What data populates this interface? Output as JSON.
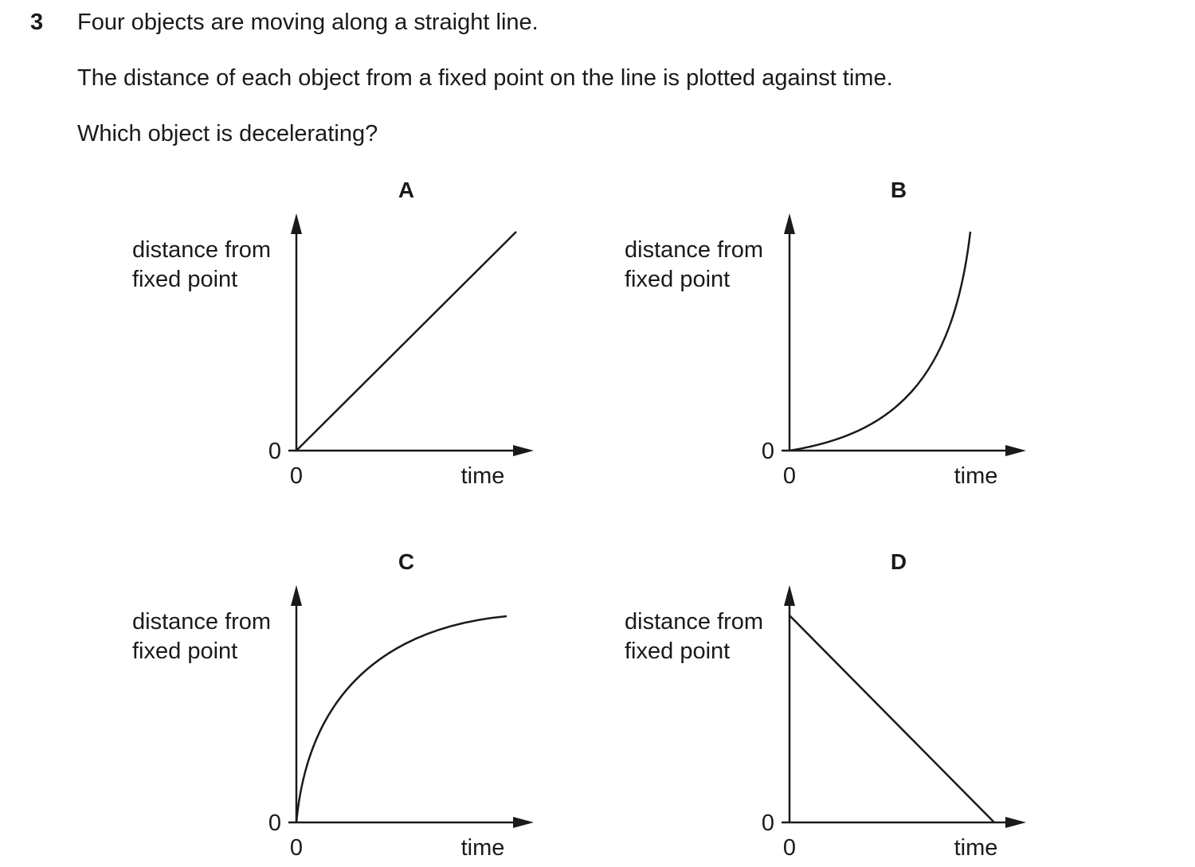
{
  "question": {
    "number": "3",
    "line1": "Four objects are moving along a straight line.",
    "line2": "The distance of each object from a fixed point on the line is plotted against time.",
    "line3": "Which object is decelerating?"
  },
  "graphs": [
    {
      "letter": "A",
      "ylabel_line1": "distance from",
      "ylabel_line2": "fixed point",
      "xlabel": "time",
      "y_origin_label": "0",
      "x_origin_label": "0",
      "curve": "straight line rising from origin"
    },
    {
      "letter": "B",
      "ylabel_line1": "distance from",
      "ylabel_line2": "fixed point",
      "xlabel": "time",
      "y_origin_label": "0",
      "x_origin_label": "0",
      "curve": "curve rising with increasing gradient"
    },
    {
      "letter": "C",
      "ylabel_line1": "distance from",
      "ylabel_line2": "fixed point",
      "xlabel": "time",
      "y_origin_label": "0",
      "x_origin_label": "0",
      "curve": "curve rising with decreasing gradient"
    },
    {
      "letter": "D",
      "ylabel_line1": "distance from",
      "ylabel_line2": "fixed point",
      "xlabel": "time",
      "y_origin_label": "0",
      "x_origin_label": "0",
      "curve": "straight line falling to zero"
    }
  ]
}
